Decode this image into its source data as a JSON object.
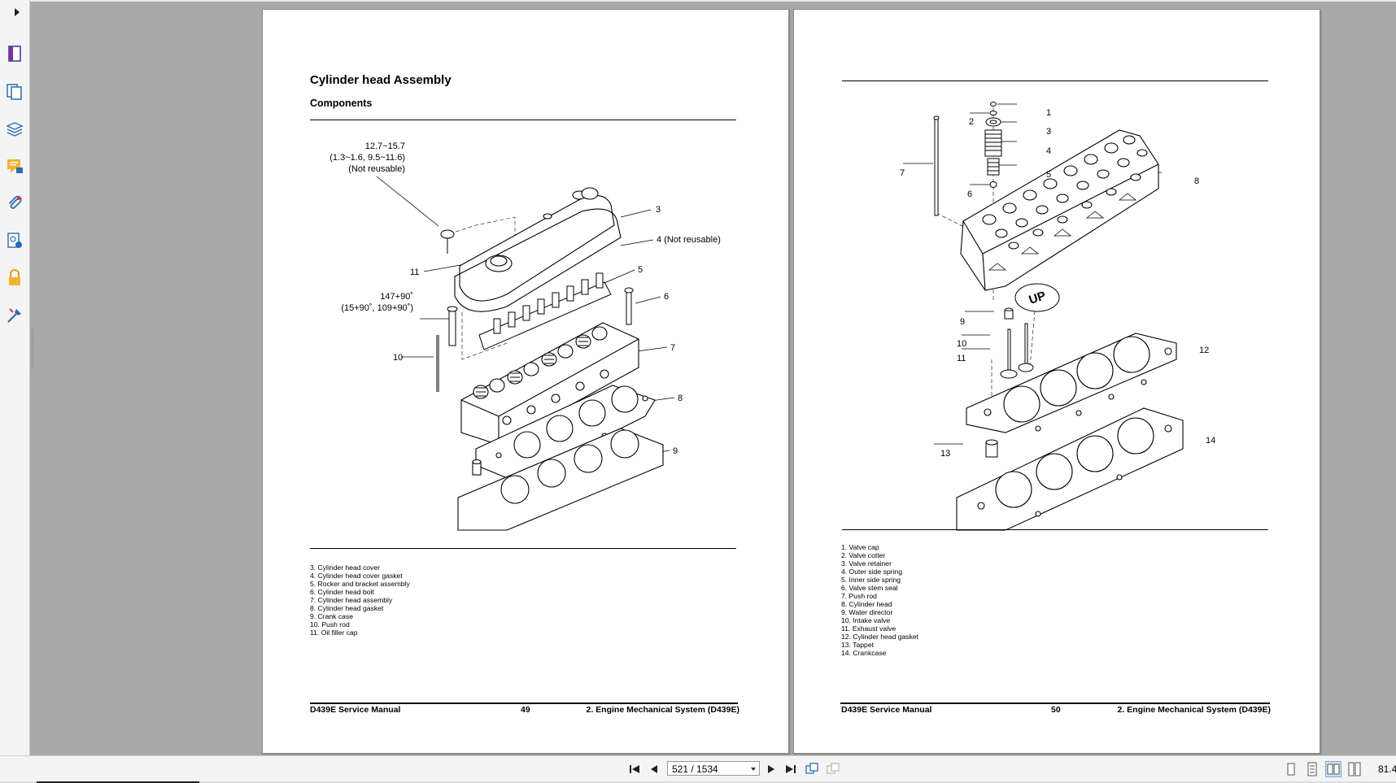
{
  "sidebar": {
    "icons": [
      "page-thumbnail-icon",
      "pages-icon",
      "layers-icon",
      "comments-icon",
      "attachments-icon",
      "signatures-icon",
      "security-lock-icon",
      "tools-icon"
    ]
  },
  "page_left": {
    "title": "Cylinder head Assembly",
    "subtitle": "Components",
    "torque_1": "12.7~15.7",
    "torque_1_alt": "(1.3~1.6, 9.5~11.6)",
    "torque_1_note": "(Not reusable)",
    "torque_2": "147+90˚",
    "torque_2_alt": "(15+90˚, 109+90˚)",
    "callouts": [
      "3",
      "4 (Not reusable)",
      "5",
      "6",
      "7",
      "8",
      "9",
      "10",
      "11"
    ],
    "legend": [
      "3. Cylinder head cover",
      "4. Cylinder head cover gasket",
      "5. Rocker and bracket assembly",
      "6. Cylinder head bolt",
      "7. Cylinder head assembly",
      "8. Cylinder head gasket",
      "9. Crank case",
      "10. Push rod",
      "11. Oil filler cap"
    ],
    "footer_left": "D439E Service Manual",
    "footer_page": "49",
    "footer_right": "2. Engine Mechanical System (D439E)"
  },
  "page_right": {
    "callouts": [
      "1",
      "2",
      "3",
      "4",
      "5",
      "6",
      "7",
      "8",
      "9",
      "10",
      "11",
      "12",
      "13",
      "14"
    ],
    "up_label": "UP",
    "legend": [
      "1. Valve cap",
      "2. Valve cotter",
      "3. Valve retainer",
      "4. Outer side spring",
      "5. Inner side spring",
      "6. Valve stem seal",
      "7. Push rod",
      "8. Cylinder head",
      "9. Water director",
      "10. Intake valve",
      "11. Exhaust valve",
      "12. Cylinder head gasket",
      "13. Tappet",
      "14. Crankcase"
    ],
    "footer_left": "D439E Service Manual",
    "footer_page": "50",
    "footer_right": "2. Engine Mechanical System (D439E)"
  },
  "toolbar": {
    "page_indicator": "521 / 1534",
    "zoom": "81.4"
  }
}
